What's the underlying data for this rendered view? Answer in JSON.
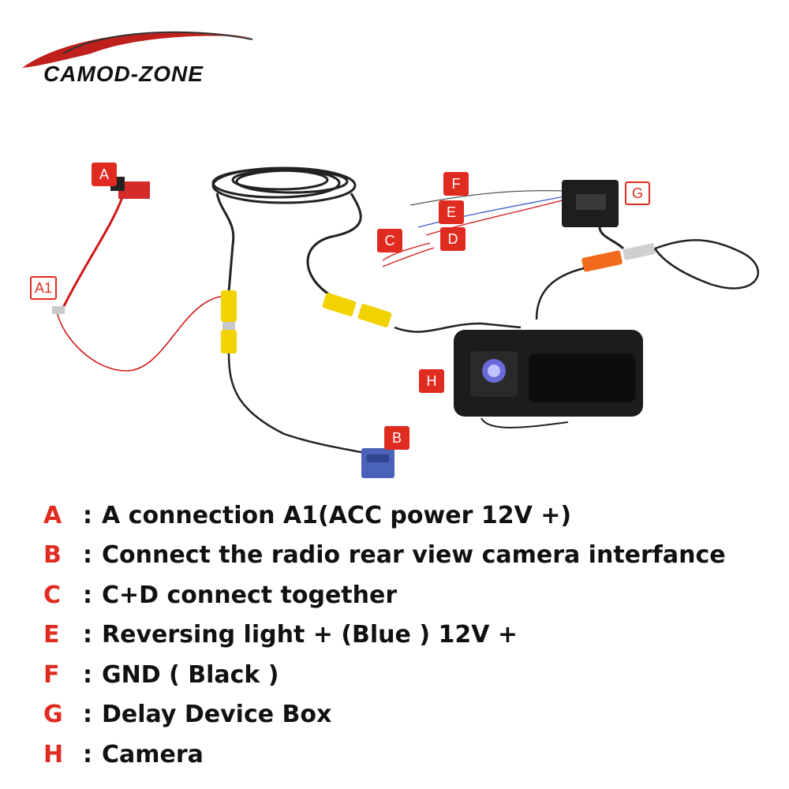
{
  "brand": {
    "name": "CAMOD-ZONE"
  },
  "colors": {
    "accent": "#e02b20",
    "text": "#111111",
    "cable": "#2a2a2a",
    "rca_yellow": "#f2d200",
    "rca_orange": "#f26a1b",
    "plug_blue": "#4a63b8"
  },
  "labels": {
    "a": "A",
    "a1": "A1",
    "b": "B",
    "c": "C",
    "d": "D",
    "e": "E",
    "f": "F",
    "g": "G",
    "h": "H"
  },
  "legend": [
    {
      "key": "A",
      "sep": ":",
      "text": "A connection A1(ACC power 12V +)"
    },
    {
      "key": "B",
      "sep": ":",
      "text": "Connect the radio rear view camera interfance"
    },
    {
      "key": "C",
      "sep": ":",
      "text": "C+D connect together"
    },
    {
      "key": "E",
      "sep": ":",
      "text": "Reversing light + (Blue ) 12V +"
    },
    {
      "key": "F",
      "sep": ":",
      "text": "GND ( Black )"
    },
    {
      "key": "G",
      "sep": ":",
      "text": "Delay Device Box"
    },
    {
      "key": "H",
      "sep": ":",
      "text": "Camera"
    }
  ]
}
